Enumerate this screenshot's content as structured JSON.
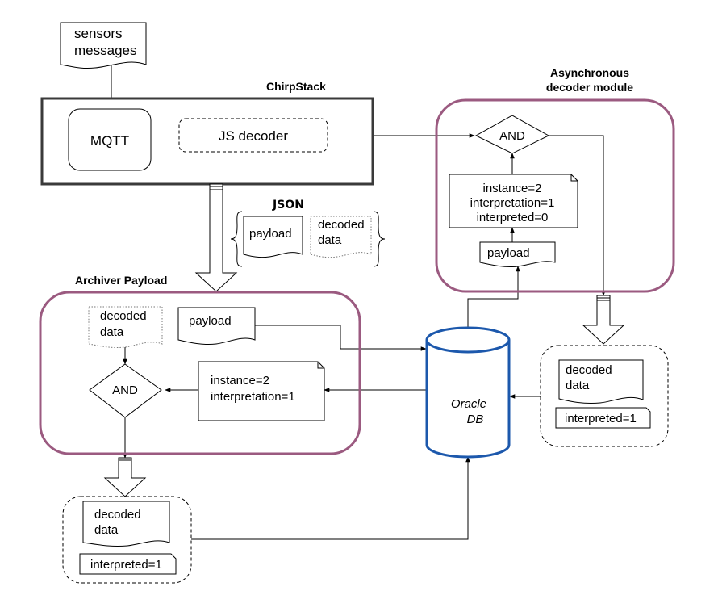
{
  "sensors": {
    "line1": "sensors",
    "line2": "messages"
  },
  "chirpstack": {
    "title": "ChirpStack",
    "mqtt": "MQTT",
    "js_decoder": "JS decoder"
  },
  "json_group": {
    "title": "JSON",
    "payload": "payload",
    "decoded_line1": "decoded",
    "decoded_line2": "data"
  },
  "async_module": {
    "title_line1": "Asynchronous",
    "title_line2": "decoder module",
    "and": "AND",
    "note_line1": "instance=2",
    "note_line2": "interpretation=1",
    "note_line3": "interpreted=0",
    "payload": "payload"
  },
  "archiver": {
    "title": "Archiver Payload",
    "decoded_line1": "decoded",
    "decoded_line2": "data",
    "payload": "payload",
    "and": "AND",
    "note_line1": "instance=2",
    "note_line2": "interpretation=1"
  },
  "database": {
    "line1": "Oracle",
    "line2": "DB"
  },
  "output_right": {
    "decoded_line1": "decoded",
    "decoded_line2": "data",
    "flag": "interpreted=1"
  },
  "output_left": {
    "decoded_line1": "decoded",
    "decoded_line2": "data",
    "flag": "interpreted=1"
  },
  "colors": {
    "module_border": "#9b5a80",
    "db_border": "#1c58ac",
    "line": "#000000",
    "dotted": "#888888"
  }
}
